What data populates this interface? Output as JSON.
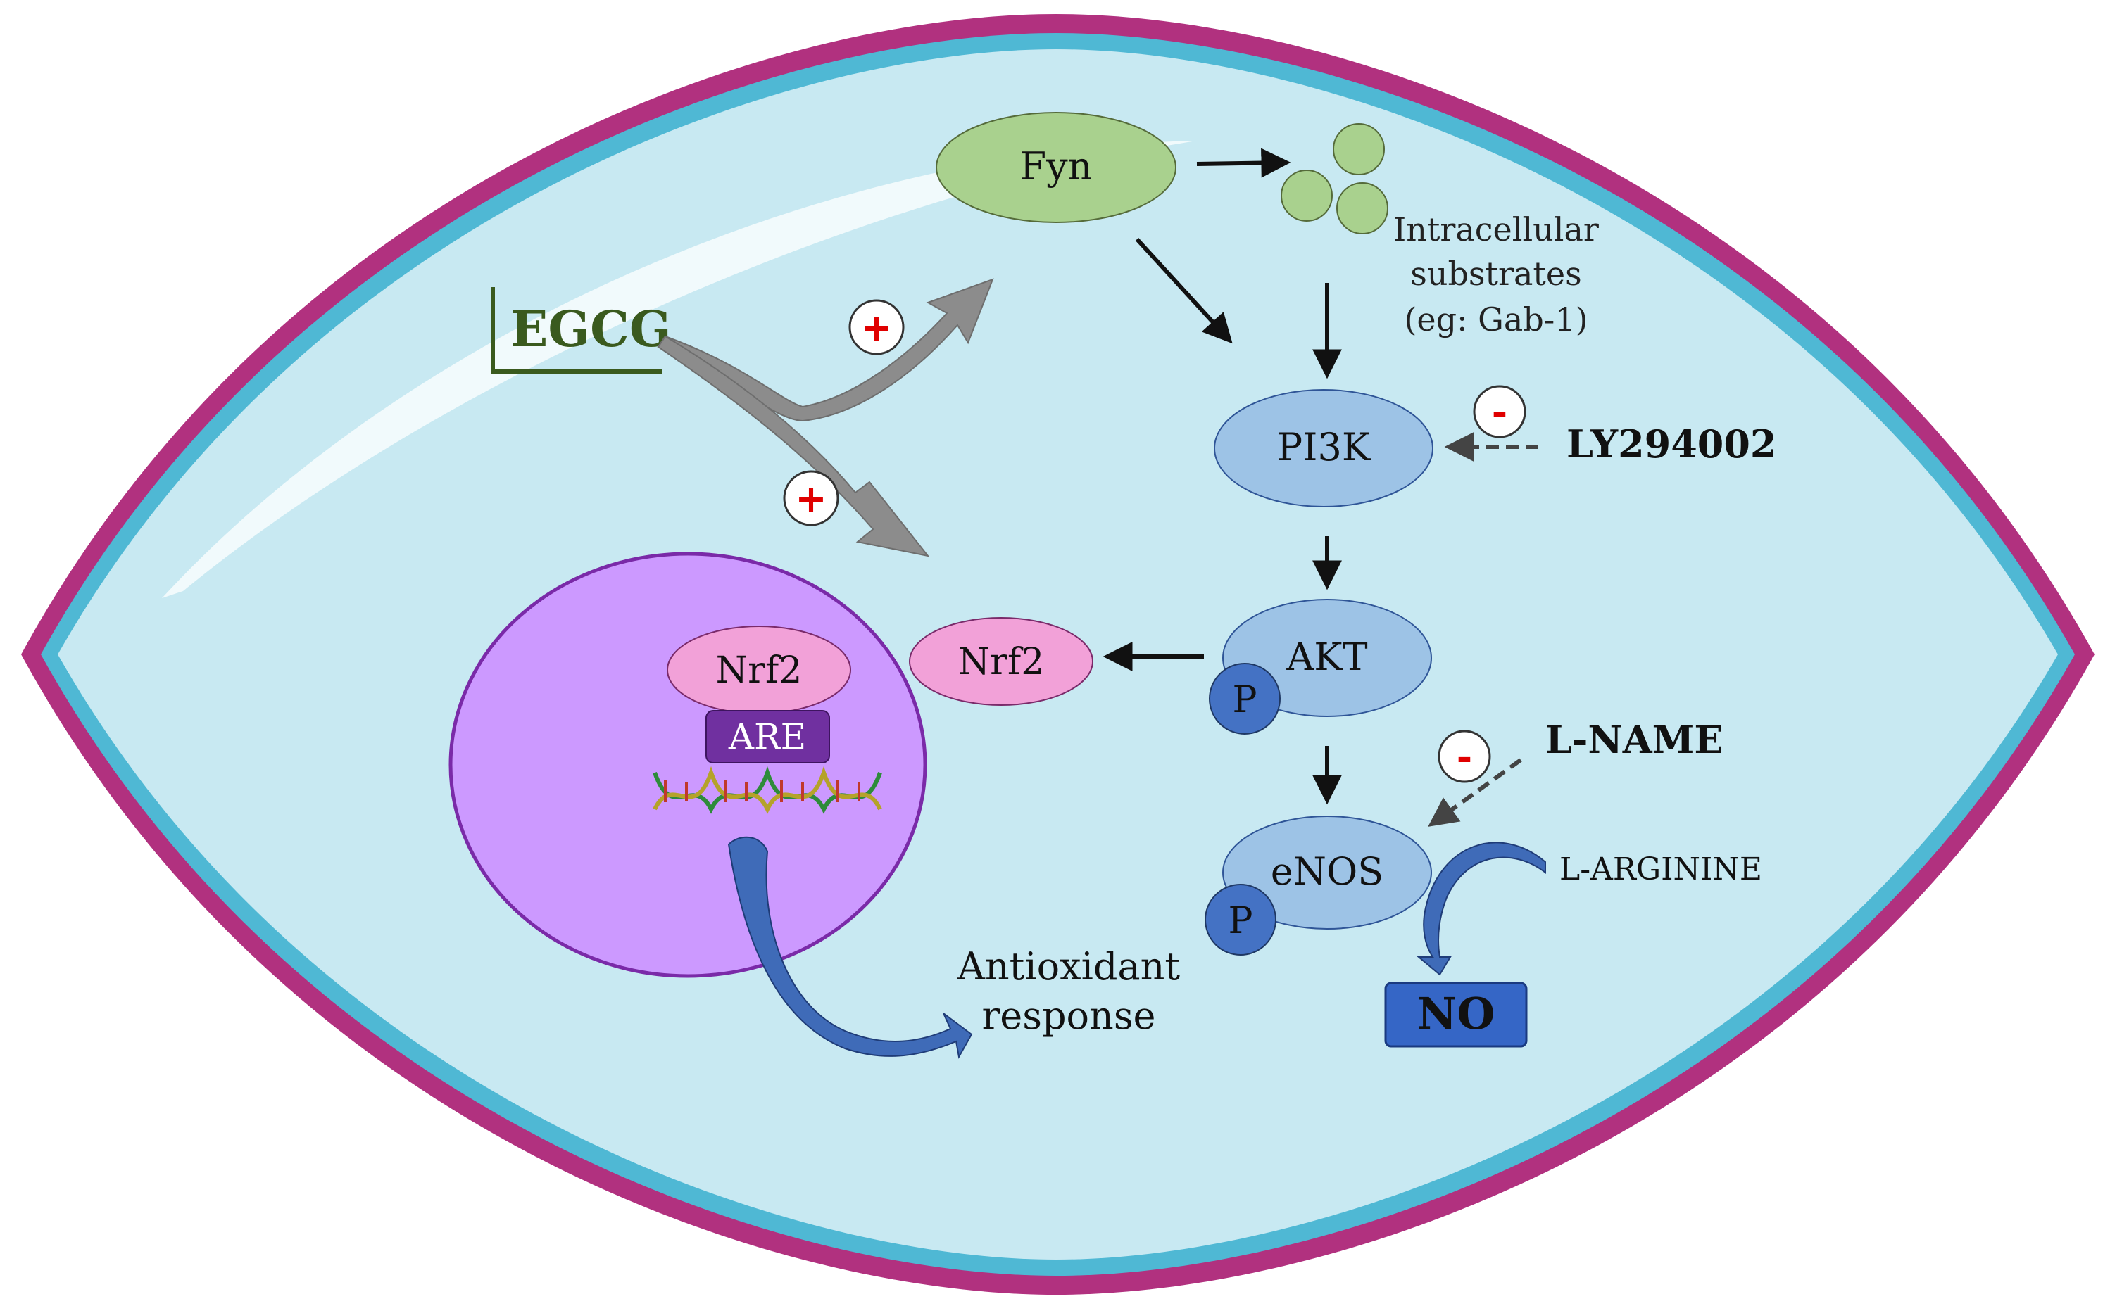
{
  "colors": {
    "membrane_outer": "#b1317f",
    "membrane_inner": "#4fb8d4",
    "cytoplasm": "#c8e9f2",
    "nucleus": "#cc99ff",
    "nucleus_border": "#7a2aa8",
    "fyn": "#a9d18e",
    "kinase": "#9dc3e6",
    "phospho": "#4472c4",
    "nrf2": "#f2a1d8",
    "are": "#7030a0",
    "no_box": "#3566c6",
    "egcg": "#3a5a1e",
    "grey_arrow": "#8c8c8c",
    "blue_arrow": "#2f5597",
    "plus_sign": "#e00000"
  },
  "labels": {
    "fyn": "Fyn",
    "substrates_line1": "Intracellular",
    "substrates_line2": "substrates",
    "substrates_line3": "(eg: Gab-1)",
    "egcg": "EGCG",
    "pi3k": "PI3K",
    "ly294002": "LY294002",
    "akt": "AKT",
    "phospho_akt": "P",
    "nrf2_cyto": "Nrf2",
    "nrf2_nucleus": "Nrf2",
    "are": "ARE",
    "l_name": "L-NAME",
    "enos": "eNOS",
    "phospho_enos": "P",
    "l_arginine": "L-ARGININE",
    "no": "NO",
    "antioxidant_line1": "Antioxidant",
    "antioxidant_line2": "response",
    "plus_fyn": "+",
    "plus_nrf2": "+",
    "minus_ly": "-",
    "minus_lname": "-"
  }
}
